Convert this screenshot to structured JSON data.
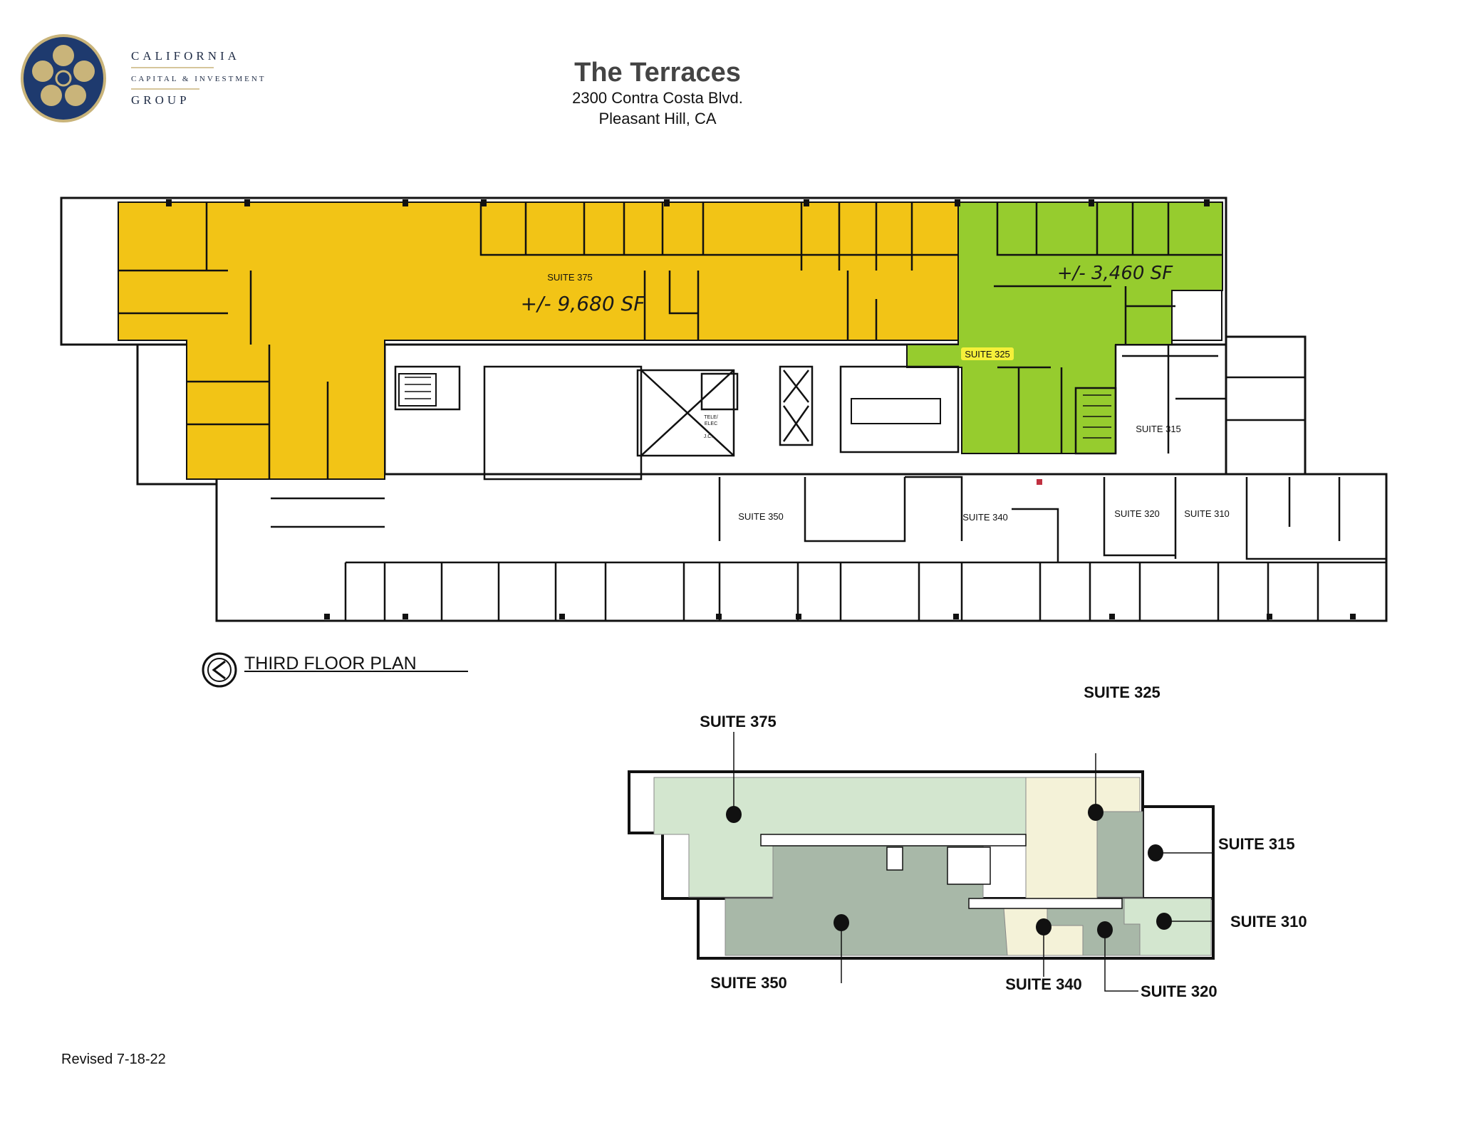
{
  "logo": {
    "line1": "CALIFORNIA",
    "line2": "CAPITAL & INVESTMENT",
    "line3": "GROUP",
    "colors": {
      "navy": "#1e3a6e",
      "gold": "#c9b47a"
    }
  },
  "header": {
    "title": "The Terraces",
    "address_line1": "2300 Contra Costa Blvd.",
    "address_line2": "Pleasant Hill, CA"
  },
  "floor_plan": {
    "title": "THIRD FLOOR PLAN",
    "north_icon": "north-arrow-icon",
    "suites": [
      {
        "label": "SUITE 375",
        "area_note": "+/- 9,680 SF",
        "color": "#f2c416"
      },
      {
        "label": "SUITE 325",
        "area_note": "+/- 3,460 SF",
        "color": "#96cc2e"
      },
      {
        "label": "SUITE 315"
      },
      {
        "label": "SUITE 350"
      },
      {
        "label": "SUITE 340"
      },
      {
        "label": "SUITE 320"
      },
      {
        "label": "SUITE 310"
      }
    ],
    "room_labels": {
      "tele_elec_1": "TELE/",
      "tele_elec_2": "ELEC",
      "jc": "J.C."
    }
  },
  "key_plan": {
    "suites": [
      "SUITE 375",
      "SUITE 325",
      "SUITE 315",
      "SUITE 310",
      "SUITE 320",
      "SUITE 340",
      "SUITE 350"
    ],
    "colors": {
      "light_green": "#d3e6cf",
      "cream": "#f4f2d8",
      "gray_green": "#a8b8a8"
    }
  },
  "footer": {
    "revised": "Revised  7-18-22"
  }
}
